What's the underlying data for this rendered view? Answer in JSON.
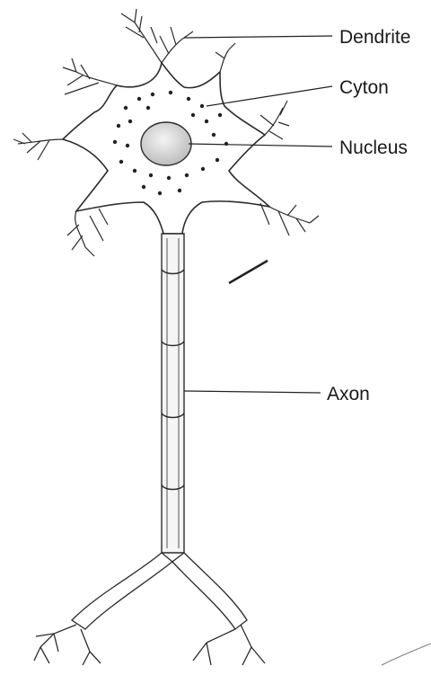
{
  "labels": {
    "dendrite": "Dendrite",
    "cyton": "Cyton",
    "nucleus": "Nucleus",
    "axon": "Axon"
  },
  "colors": {
    "ink": "#2b2b2b",
    "cell_fill": "#efefef",
    "nucleus_fill": "#d9d9d9"
  }
}
